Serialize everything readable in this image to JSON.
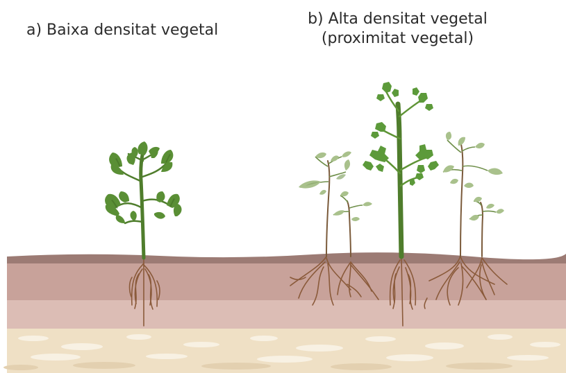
{
  "panel_a": {
    "label": "a) Baixa densitat vegetal"
  },
  "panel_b": {
    "label_line1": "b) Alta densitat vegetal",
    "label_line2": "(proximitat vegetal)"
  },
  "colors": {
    "soil_top": "#ad8781",
    "soil_band1": "#c8a59e",
    "soil_band2": "#dcbfb7",
    "subsoil": "#efe1c7",
    "stone": "#f8f1e4",
    "stem_green": "#4f7d2c",
    "leaf_green": "#5a8f35",
    "pale_leaf": "#a9c18c",
    "root_brown": "#8a5a3a"
  },
  "icons": [
    "tomato-plant-icon",
    "parsley-plant-icon",
    "seedling-plant-icon",
    "root-icon"
  ]
}
